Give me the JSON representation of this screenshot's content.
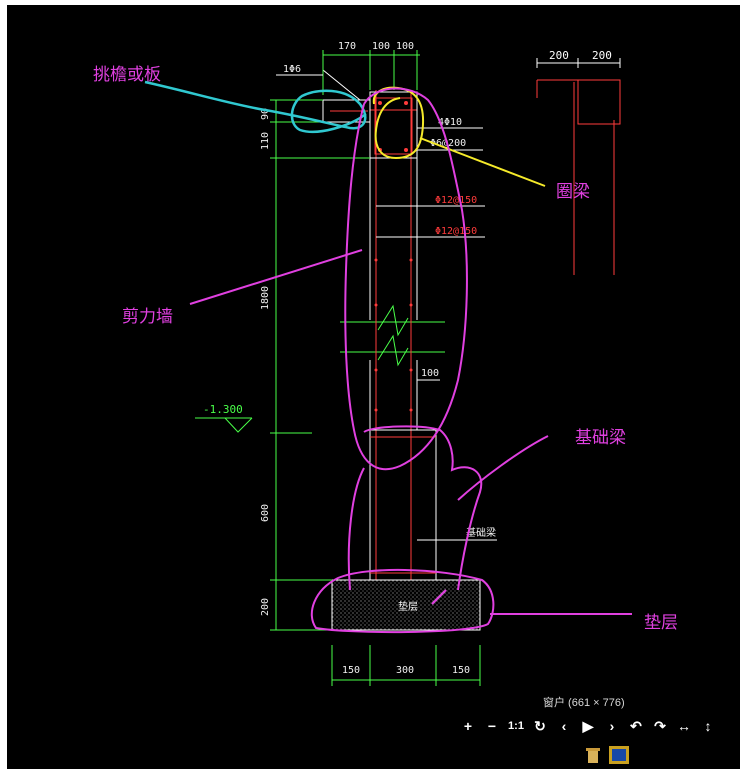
{
  "viewer": {
    "image_info": "窗户 (661 × 776)"
  },
  "toolbar": [
    {
      "name": "zoom-in-button",
      "label": "+"
    },
    {
      "name": "zoom-out-button",
      "label": "−"
    },
    {
      "name": "actual-size-button",
      "label": "1:1"
    },
    {
      "name": "rotate-button",
      "label": "↻"
    },
    {
      "name": "previous-button",
      "label": "‹"
    },
    {
      "name": "slideshow-button",
      "label": "▶"
    },
    {
      "name": "next-button",
      "label": "›"
    },
    {
      "name": "undo-button",
      "label": "↶"
    },
    {
      "name": "redo-button",
      "label": "↷"
    },
    {
      "name": "fit-width-button",
      "label": "↔"
    },
    {
      "name": "fit-height-button",
      "label": "↕"
    }
  ],
  "drawing": {
    "dims_top": [
      "170",
      "100",
      "100"
    ],
    "dims_right_top": [
      "200",
      "200"
    ],
    "dims_bottom": [
      "150",
      "300",
      "150"
    ],
    "dims_left": [
      "90",
      "110",
      "1800",
      "600",
      "200"
    ],
    "dim_100": "100",
    "rebar_1": "1Φ6",
    "rebar_2": "4Φ10",
    "rebar_3": "Φ6@200",
    "rebar_4": "Φ12@150",
    "rebar_5": "Φ12@150",
    "elevation": "-1.300",
    "footing_label": "基础梁",
    "cushion_label": "垫层"
  },
  "annotations": {
    "eave": "挑檐或板",
    "ring_beam": "圈梁",
    "shear_wall": "剪力墙",
    "foundation_beam": "基础梁",
    "cushion": "垫层"
  },
  "colors": {
    "magenta": "#e040e0",
    "cyan": "#30c8d0",
    "yellow": "#f5ea2a",
    "green": "#49ff49",
    "red": "#ff3b3b"
  }
}
